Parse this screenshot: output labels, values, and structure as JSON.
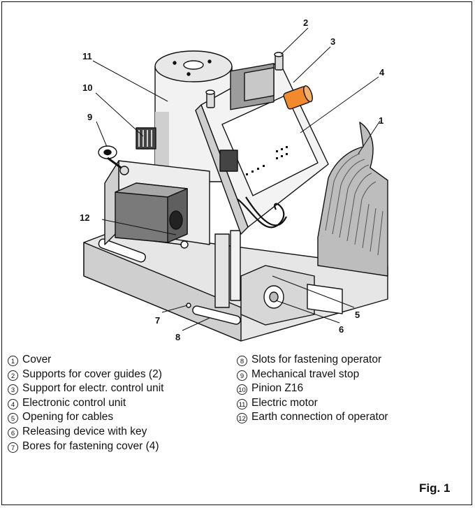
{
  "figure": {
    "label": "Fig. 1"
  },
  "callouts": [
    "1",
    "2",
    "3",
    "4",
    "5",
    "6",
    "7",
    "8",
    "9",
    "10",
    "11",
    "12"
  ],
  "legend": [
    {
      "num": "1",
      "text": "Cover"
    },
    {
      "num": "2",
      "text": "Supports for cover guides (2)"
    },
    {
      "num": "3",
      "text": "Support for electr. control unit"
    },
    {
      "num": "4",
      "text": "Electronic control unit"
    },
    {
      "num": "5",
      "text": "Opening for cables"
    },
    {
      "num": "6",
      "text": "Releasing device with key"
    },
    {
      "num": "7",
      "text": "Bores for fastening cover (4)"
    },
    {
      "num": "8",
      "text": "Slots for fastening operator"
    },
    {
      "num": "9",
      "text": "Mechanical travel stop"
    },
    {
      "num": "10",
      "text": "Pinion Z16"
    },
    {
      "num": "11",
      "text": "Electric motor"
    },
    {
      "num": "12",
      "text": "Earth connection of operator"
    }
  ],
  "colors": {
    "orange_part": "#f08a2c",
    "line": "#111111",
    "shade": "#8a8a8a",
    "light": "#d9d9d9"
  }
}
